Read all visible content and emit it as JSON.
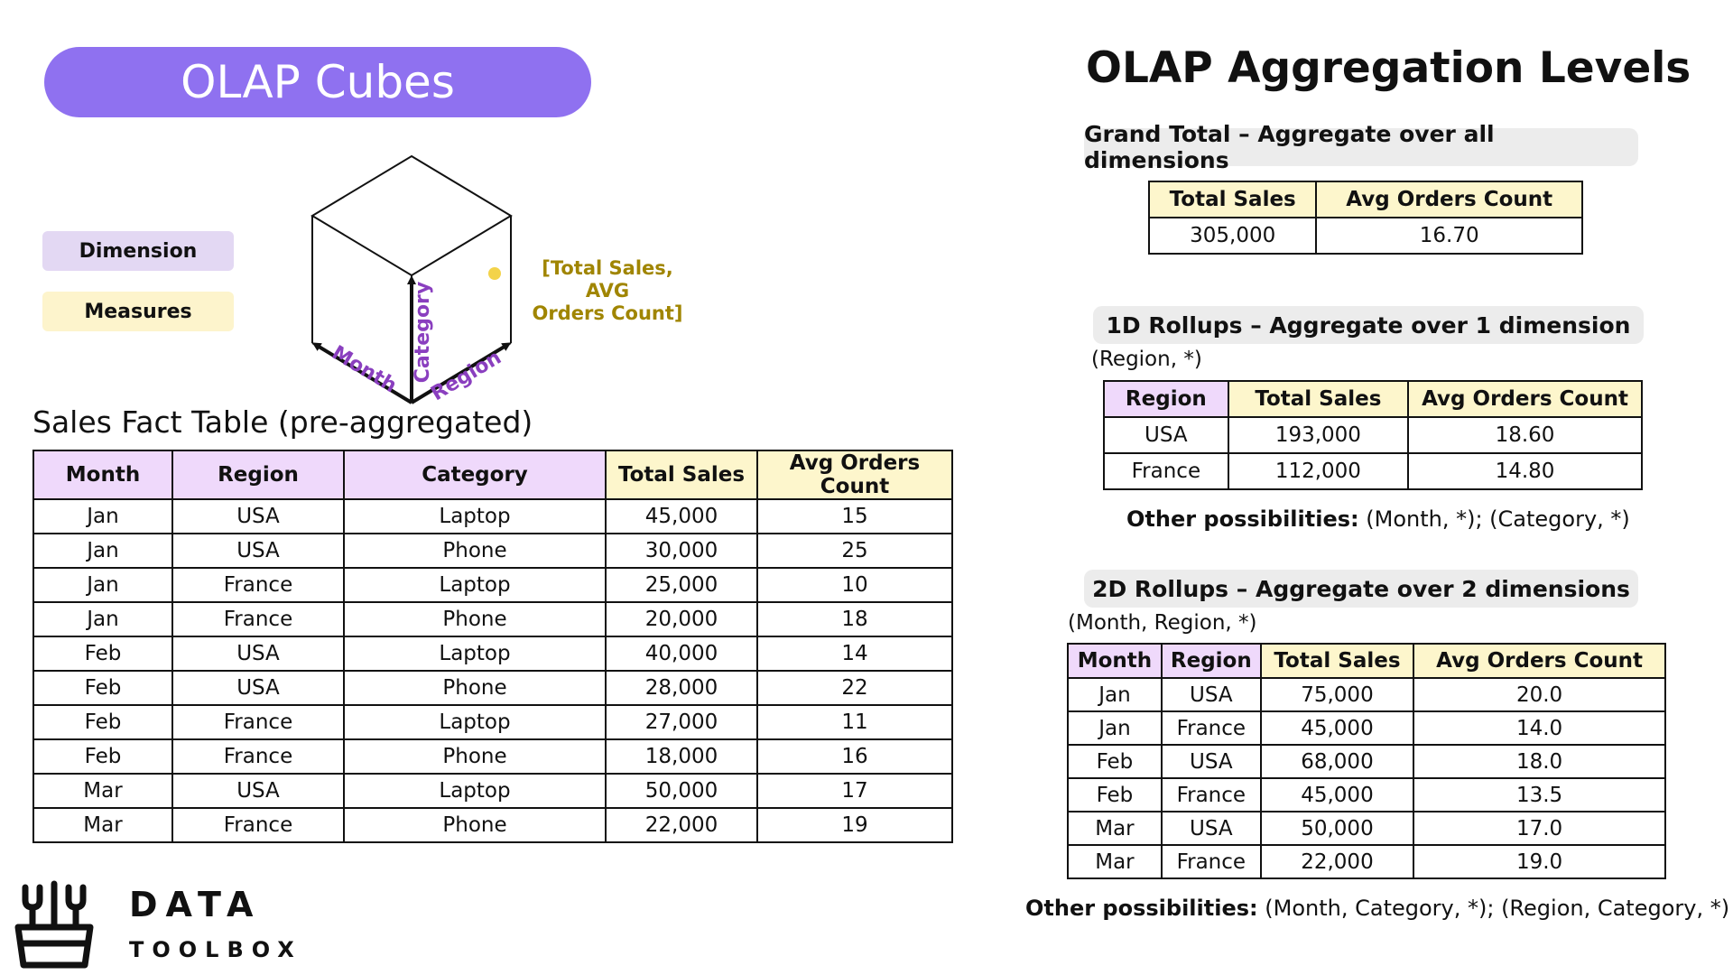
{
  "title": "OLAP Cubes",
  "legend": {
    "dimension": "Dimension",
    "measures": "Measures"
  },
  "cube": {
    "axis_month": "Month",
    "axis_category": "Category",
    "axis_region": "Region",
    "measures_line1": "[Total Sales, AVG",
    "measures_line2": "Orders Count]",
    "dot_color": "#f3d34a"
  },
  "fact_table": {
    "title": "Sales Fact Table (pre-aggregated)",
    "headers": [
      "Month",
      "Region",
      "Category",
      "Total Sales",
      "Avg Orders Count"
    ],
    "rows": [
      [
        "Jan",
        "USA",
        "Laptop",
        "45,000",
        "15"
      ],
      [
        "Jan",
        "USA",
        "Phone",
        "30,000",
        "25"
      ],
      [
        "Jan",
        "France",
        "Laptop",
        "25,000",
        "10"
      ],
      [
        "Jan",
        "France",
        "Phone",
        "20,000",
        "18"
      ],
      [
        "Feb",
        "USA",
        "Laptop",
        "40,000",
        "14"
      ],
      [
        "Feb",
        "USA",
        "Phone",
        "28,000",
        "22"
      ],
      [
        "Feb",
        "France",
        "Laptop",
        "27,000",
        "11"
      ],
      [
        "Feb",
        "France",
        "Phone",
        "18,000",
        "16"
      ],
      [
        "Mar",
        "USA",
        "Laptop",
        "50,000",
        "17"
      ],
      [
        "Mar",
        "France",
        "Phone",
        "22,000",
        "19"
      ]
    ]
  },
  "right_title": "OLAP Aggregation Levels",
  "grand_total": {
    "label": "Grand Total – Aggregate over all dimensions",
    "headers": [
      "Total Sales",
      "Avg Orders Count"
    ],
    "rows": [
      [
        "305,000",
        "16.70"
      ]
    ]
  },
  "rollup_1d": {
    "label": "1D Rollups – Aggregate over 1 dimension",
    "subtitle": "(Region, *)",
    "headers": [
      "Region",
      "Total Sales",
      "Avg Orders Count"
    ],
    "rows": [
      [
        "USA",
        "193,000",
        "18.60"
      ],
      [
        "France",
        "112,000",
        "14.80"
      ]
    ],
    "other_label": "Other possibilities:",
    "other_text": " (Month, *); (Category, *)"
  },
  "rollup_2d": {
    "label": "2D Rollups – Aggregate over 2 dimensions",
    "subtitle": "(Month, Region, *)",
    "headers": [
      "Month",
      "Region",
      "Total Sales",
      "Avg Orders Count"
    ],
    "rows": [
      [
        "Jan",
        "USA",
        "75,000",
        "20.0"
      ],
      [
        "Jan",
        "France",
        "45,000",
        "14.0"
      ],
      [
        "Feb",
        "USA",
        "68,000",
        "18.0"
      ],
      [
        "Feb",
        "France",
        "45,000",
        "13.5"
      ],
      [
        "Mar",
        "USA",
        "50,000",
        "17.0"
      ],
      [
        "Mar",
        "France",
        "22,000",
        "19.0"
      ]
    ],
    "other_label": "Other possibilities:",
    "other_text": " (Month, Category, *); (Region, Category, *)"
  },
  "logo": {
    "line1": "DATA",
    "line2": "TOOLBOX"
  },
  "colors": {
    "title_pill": "#8f71f0",
    "dimension": "#e3d8f3",
    "measure": "#fdf4cc",
    "axis_text": "#8a3fbf",
    "measure_text": "#a08500"
  }
}
